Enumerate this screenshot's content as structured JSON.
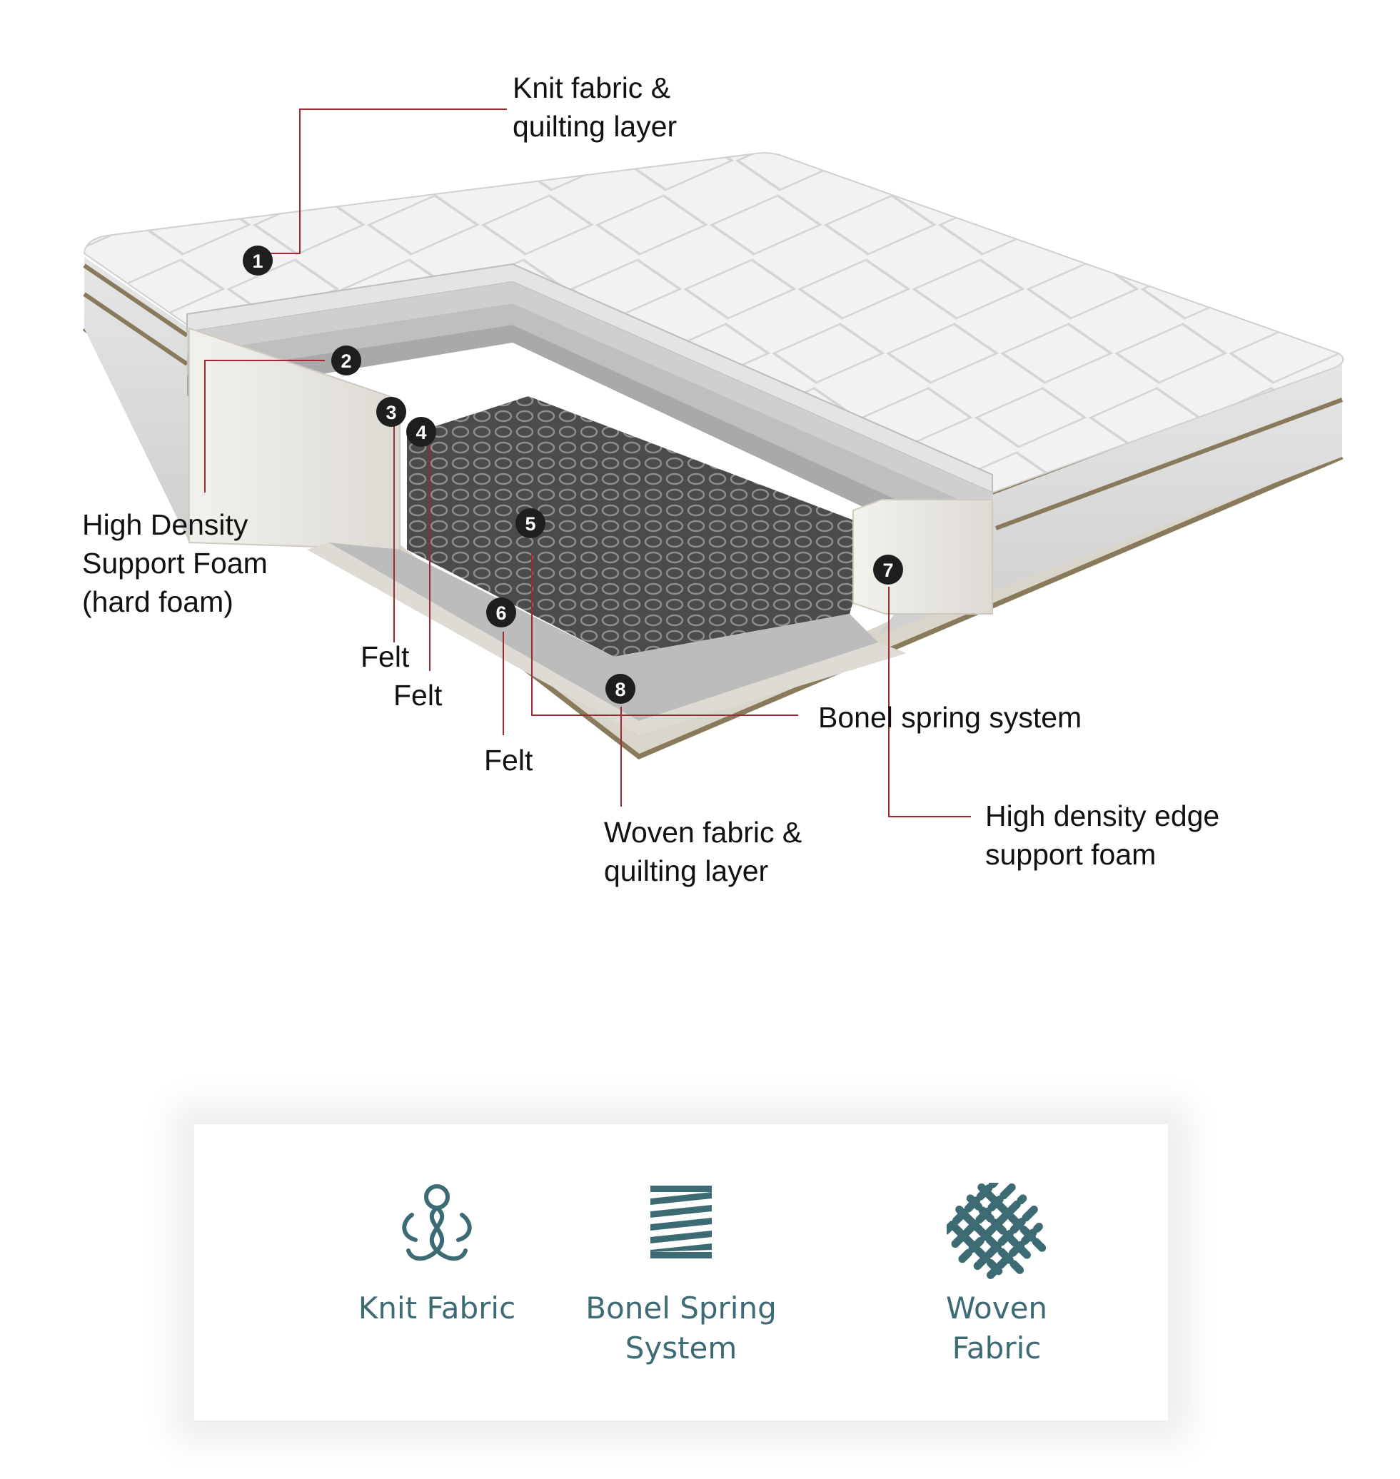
{
  "colors": {
    "leader_line": "#9b2a35",
    "badge": "#1e1e1e",
    "icon_teal": "#3c6b73",
    "quilt_top": "#f0f0f0",
    "trim": "#8a7a5c"
  },
  "badges": [
    "1",
    "2",
    "3",
    "4",
    "5",
    "6",
    "7",
    "8"
  ],
  "callouts": {
    "knit_layer": {
      "line1": "Knit fabric &",
      "line2": "quilting layer"
    },
    "support_foam": {
      "line1": "High Density",
      "line2": "Support Foam",
      "line3": "(hard foam)"
    },
    "felt_3": "Felt",
    "felt_4": "Felt",
    "felt_6": "Felt",
    "spring_system": "Bonel spring system",
    "woven_layer": {
      "line1": "Woven fabric &",
      "line2": "quilting layer"
    },
    "edge_foam": {
      "line1": "High density edge",
      "line2": "support foam"
    }
  },
  "features": [
    {
      "icon": "knit-fabric-icon",
      "label_line1": "Knit Fabric",
      "label_line2": ""
    },
    {
      "icon": "spring-coil-icon",
      "label_line1": "Bonel Spring",
      "label_line2": "System"
    },
    {
      "icon": "woven-fabric-icon",
      "label_line1": "Woven",
      "label_line2": "Fabric"
    }
  ]
}
